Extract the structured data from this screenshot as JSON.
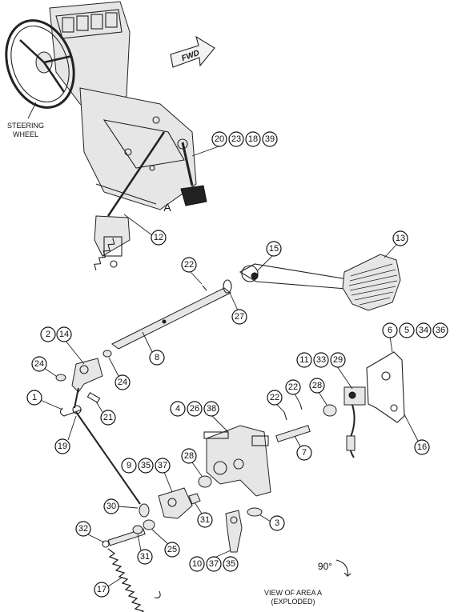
{
  "labels": {
    "steering_line1": "STEERING",
    "steering_line2": "WHEEL",
    "fwd": "FWD",
    "area": "A",
    "rotation": "90°",
    "view_line1": "VIEW OF AREA  A",
    "view_line2": "(EXPLODED)"
  },
  "callouts": {
    "c20": "20",
    "c23": "23",
    "c18": "18",
    "c39": "39",
    "c12": "12",
    "c13": "13",
    "c15": "15",
    "c22a": "22",
    "c27": "27",
    "c2": "2",
    "c14": "14",
    "c8": "8",
    "c24a": "24",
    "c24b": "24",
    "c6": "6",
    "c5": "5",
    "c34": "34",
    "c36": "36",
    "c11": "11",
    "c33": "33",
    "c29": "29",
    "c1": "1",
    "c21": "21",
    "c19": "19",
    "c22b": "22",
    "c22c": "22",
    "c28a": "28",
    "c4": "4",
    "c26": "26",
    "c38": "38",
    "c7": "7",
    "c16": "16",
    "c9": "9",
    "c35a": "35",
    "c37a": "37",
    "c28b": "28",
    "c3": "3",
    "c30": "30",
    "c31a": "31",
    "c32": "32",
    "c31b": "31",
    "c25": "25",
    "c17": "17",
    "c10": "10",
    "c37b": "37",
    "c35b": "35"
  }
}
